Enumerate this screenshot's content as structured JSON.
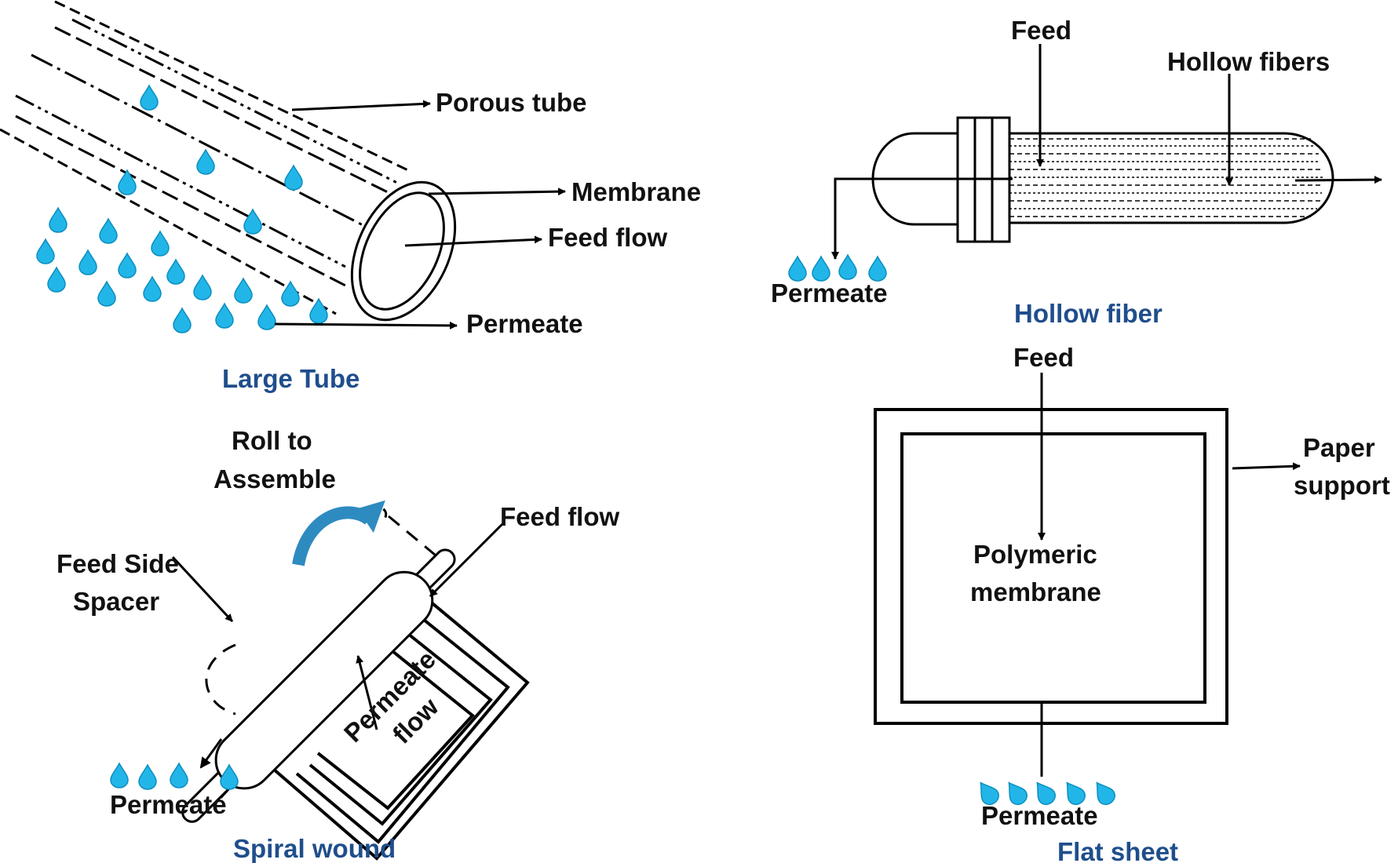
{
  "colors": {
    "title": "#1f4e8c",
    "drop": "#22b6e8",
    "drop_dark": "#0c8fc0",
    "roll_arrow": "#2e8bc0"
  },
  "icons": {
    "drop": "water-drop-icon",
    "arrow": "arrowhead-icon",
    "roll": "curved-arrow-icon"
  },
  "large_tube": {
    "title": "Large Tube",
    "labels": {
      "porous_tube": "Porous tube",
      "membrane": "Membrane",
      "feed_flow": "Feed flow",
      "permeate": "Permeate"
    }
  },
  "hollow_fiber": {
    "title": "Hollow fiber",
    "labels": {
      "feed": "Feed",
      "hollow_fibers": "Hollow fibers",
      "permeate": "Permeate"
    }
  },
  "spiral_wound": {
    "title": "Spiral wound",
    "labels": {
      "roll_line1": "Roll to",
      "roll_line2": "Assemble",
      "feed_side_line1": "Feed Side",
      "feed_side_line2": "Spacer",
      "feed_flow": "Feed flow",
      "permeate_flow_line1": "Permeate",
      "permeate_flow_line2": "flow",
      "permeate": "Permeate"
    }
  },
  "flat_sheet": {
    "title": "Flat sheet",
    "labels": {
      "feed": "Feed",
      "membrane_line1": "Polymeric",
      "membrane_line2": "membrane",
      "paper_line1": "Paper",
      "paper_line2": "support",
      "permeate": "Permeate"
    }
  }
}
